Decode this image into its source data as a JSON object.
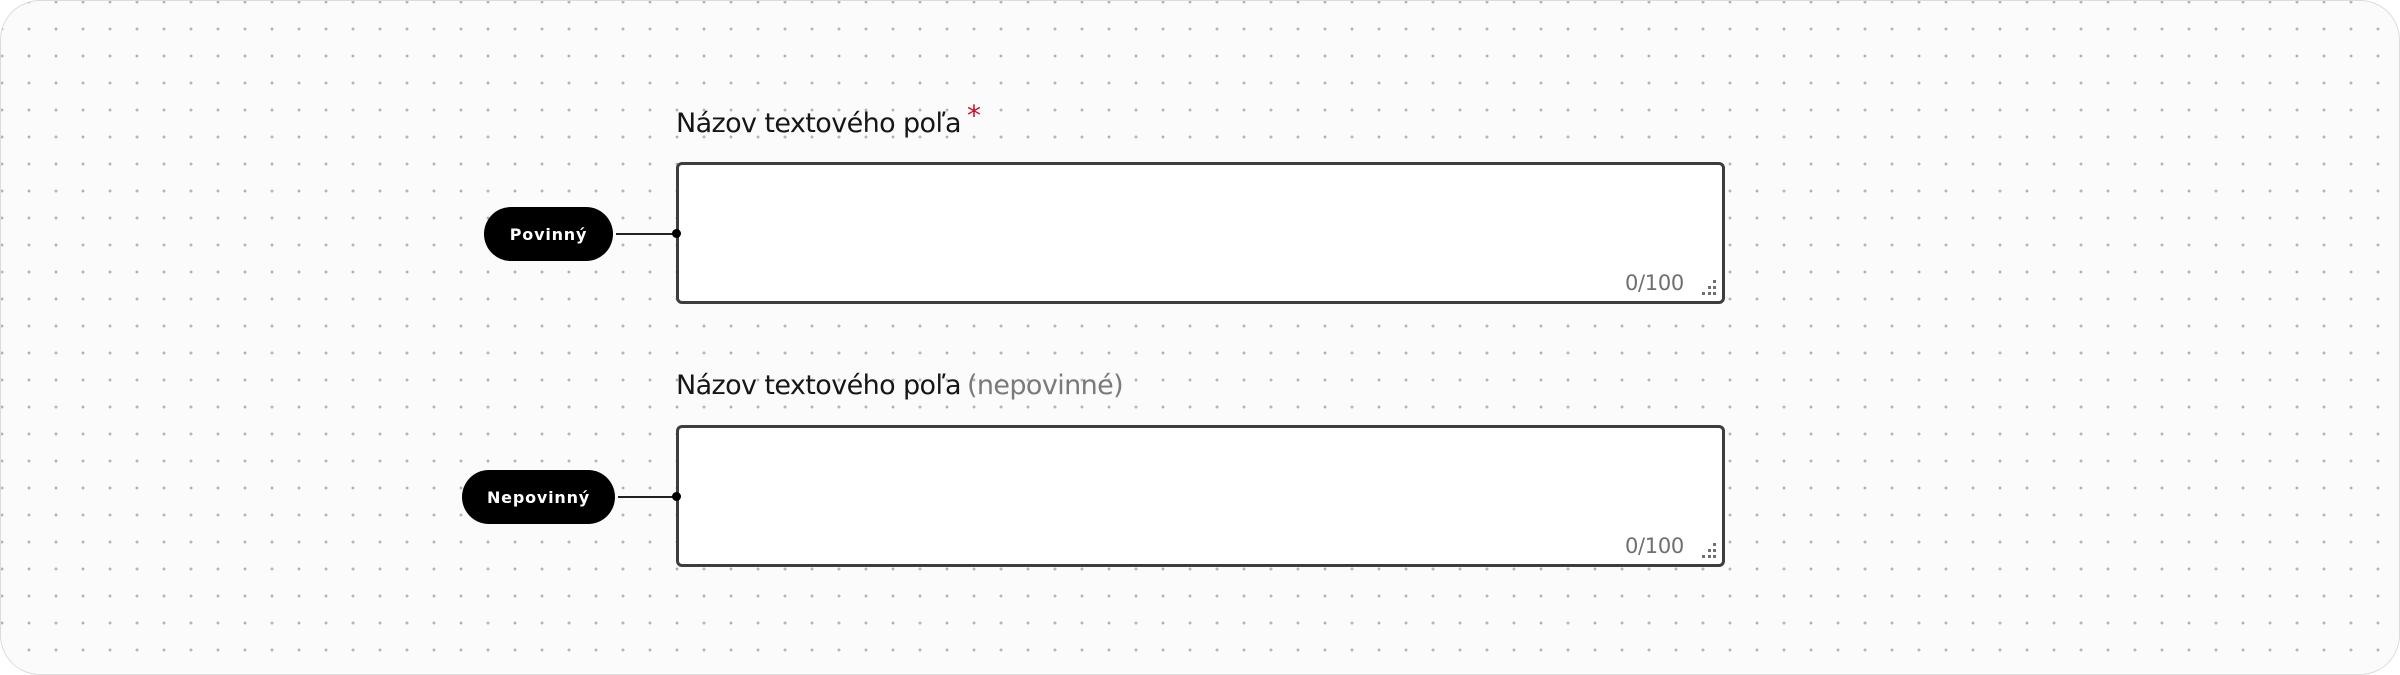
{
  "fields": [
    {
      "label": "Názov textového poľa",
      "required_marker": "*",
      "optional_suffix": null,
      "value": "",
      "counter": "0/100",
      "annotation": "Povinný"
    },
    {
      "label": "Názov textového poľa",
      "required_marker": null,
      "optional_suffix": "(nepovinné)",
      "value": "",
      "counter": "0/100",
      "annotation": "Nepovinný"
    }
  ],
  "colors": {
    "required_marker": "#c8102e",
    "optional_text": "#7a7a7a",
    "border": "#3d3d3d",
    "annotation_bg": "#000000",
    "annotation_text": "#ffffff"
  },
  "icons": {
    "resize_handle": "resize-grip-icon"
  }
}
